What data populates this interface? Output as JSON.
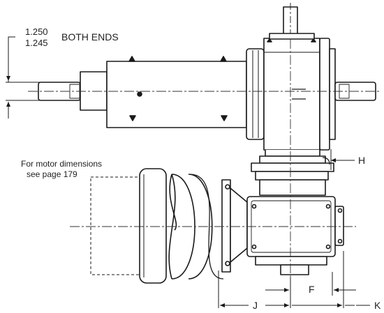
{
  "dimension_tolerance": {
    "upper": "1.250",
    "lower": "1.245",
    "note": "BOTH ENDS"
  },
  "motor_note": {
    "line1": "For motor dimensions",
    "line2": "see page 179"
  },
  "callouts": {
    "h": "H",
    "f": "F",
    "j": "J",
    "k": "K"
  },
  "colors": {
    "line": "#1a1a1a",
    "center_line": "#333333",
    "fill": "#ffffff"
  }
}
